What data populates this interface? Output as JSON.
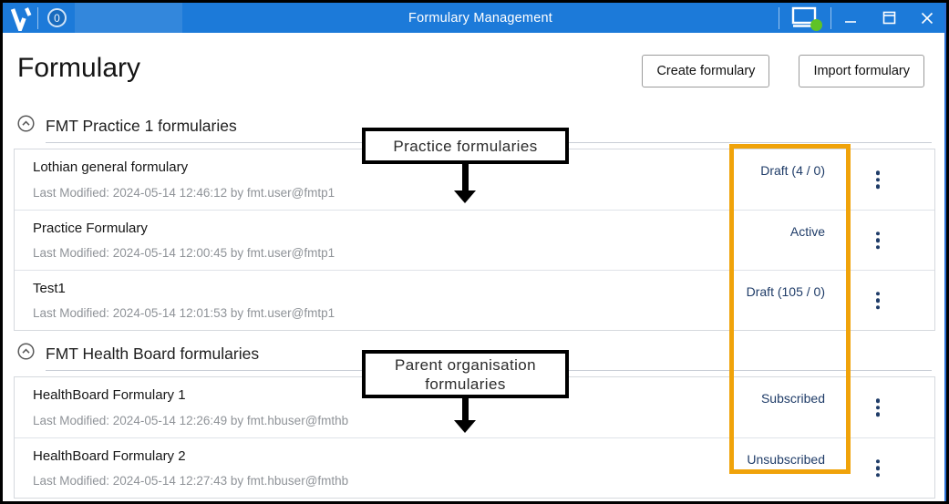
{
  "titlebar": {
    "app_title": "Formulary Management",
    "badge": "0"
  },
  "page": {
    "title": "Formulary",
    "create_button": "Create formulary",
    "import_button": "Import formulary"
  },
  "sections": [
    {
      "title": "FMT Practice 1 formularies",
      "rows": [
        {
          "name": "Lothian general formulary",
          "modified": "Last Modified: 2024-05-14 12:46:12 by fmt.user@fmtp1",
          "status": "Draft (4 / 0)"
        },
        {
          "name": "Practice Formulary",
          "modified": "Last Modified: 2024-05-14 12:00:45 by fmt.user@fmtp1",
          "status": "Active"
        },
        {
          "name": "Test1",
          "modified": "Last Modified: 2024-05-14 12:01:53 by fmt.user@fmtp1",
          "status": "Draft (105 / 0)"
        }
      ]
    },
    {
      "title": "FMT Health Board formularies",
      "rows": [
        {
          "name": "HealthBoard Formulary 1",
          "modified": "Last Modified: 2024-05-14 12:26:49 by fmt.hbuser@fmthb",
          "status": "Subscribed"
        },
        {
          "name": "HealthBoard Formulary 2",
          "modified": "Last Modified: 2024-05-14 12:27:43 by fmt.hbuser@fmthb",
          "status": "Unsubscribed"
        }
      ]
    }
  ],
  "annotations": {
    "practice": {
      "label": "Practice formularies"
    },
    "parent": {
      "label": "Parent organisation formularies"
    }
  },
  "colors": {
    "titlebar_blue": "#1c7ad9",
    "status_navy": "#1f3c68",
    "highlight_orange": "#f0a30a",
    "online_green": "#5fc326"
  }
}
